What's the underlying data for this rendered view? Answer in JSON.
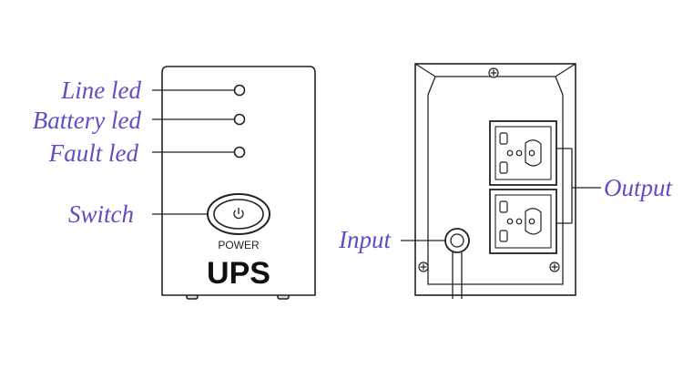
{
  "colors": {
    "label": "#5a4fc4",
    "line": "#222222",
    "fill": "#ffffff"
  },
  "front_panel": {
    "labels": {
      "line_led": "Line led",
      "battery_led": "Battery led",
      "fault_led": "Fault led",
      "switch": "Switch"
    },
    "power_text": "POWER",
    "brand_text": "UPS",
    "power_icon": "power-symbol-icon"
  },
  "back_panel": {
    "labels": {
      "input": "Input",
      "output": "Output"
    },
    "outlet_icon": "universal-socket-icon",
    "screw_icon": "screw-icon"
  }
}
